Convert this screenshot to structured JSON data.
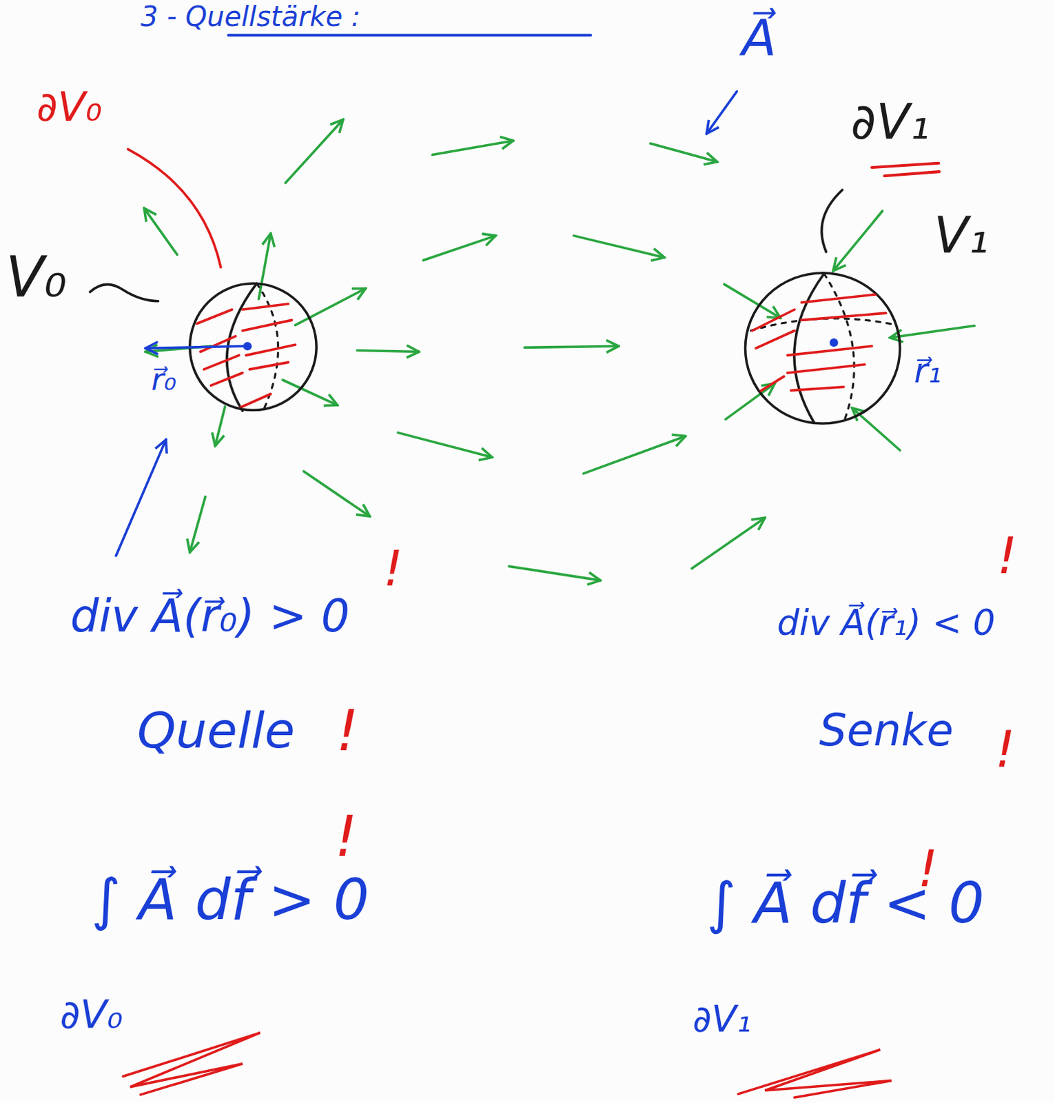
{
  "diagram": {
    "title": "3 - Quellstärke :",
    "labels": [
      "∂V₀",
      "A⃗",
      "∂V₁",
      "V₀",
      "V₁",
      "r⃗₀",
      "r⃗₁",
      "!",
      "div A⃗(r⃗₀) > 0",
      "!",
      "div A⃗(r⃗₁) < 0",
      "Quelle",
      "!",
      "Senke",
      "!",
      "!",
      "∫ A⃗ df⃗ > 0",
      "∂V₀",
      "!",
      "∫ A⃗ df⃗ < 0",
      "∂V₁"
    ]
  }
}
